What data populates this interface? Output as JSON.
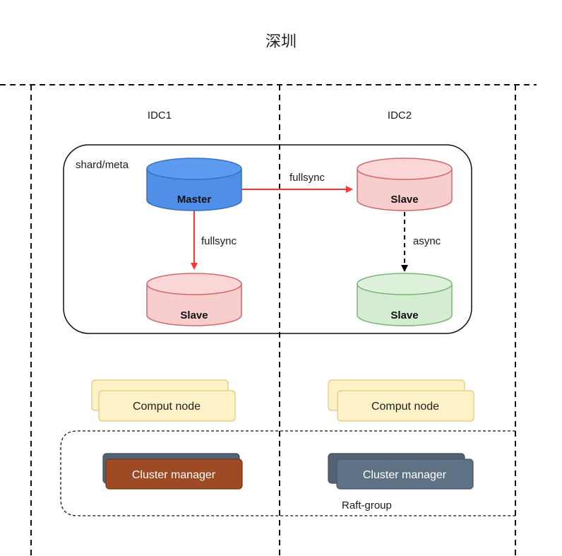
{
  "title": "深圳",
  "idc1": {
    "label": "IDC1"
  },
  "idc2": {
    "label": "IDC2"
  },
  "shard_group": {
    "label": "shard/meta"
  },
  "databases": {
    "master": {
      "label": "Master",
      "color": "#4f8fe8"
    },
    "slave_idc1": {
      "label": "Slave",
      "color": "#f8cdcd"
    },
    "slave_idc2": {
      "label": "Slave",
      "color": "#f8cdcd"
    },
    "slave_async": {
      "label": "Slave",
      "color": "#d4ecd2"
    }
  },
  "edges": {
    "master_to_idc2": {
      "label": "fullsync",
      "color": "#ff3333"
    },
    "master_to_idc1_slave": {
      "label": "fullsync",
      "color": "#ff3333"
    },
    "idc2_async": {
      "label": "async",
      "color": "#000000"
    }
  },
  "comput_nodes": {
    "idc1": {
      "label": "Comput node",
      "color": "#fdf1c8"
    },
    "idc2": {
      "label": "Comput node",
      "color": "#fdf1c8"
    }
  },
  "cluster_managers": {
    "idc1": {
      "label": "Cluster  manager",
      "color": "#9e4a24"
    },
    "idc2": {
      "label": "Cluster  manager",
      "color": "#5f7285"
    }
  },
  "raft_group": {
    "label": "Raft-group"
  }
}
